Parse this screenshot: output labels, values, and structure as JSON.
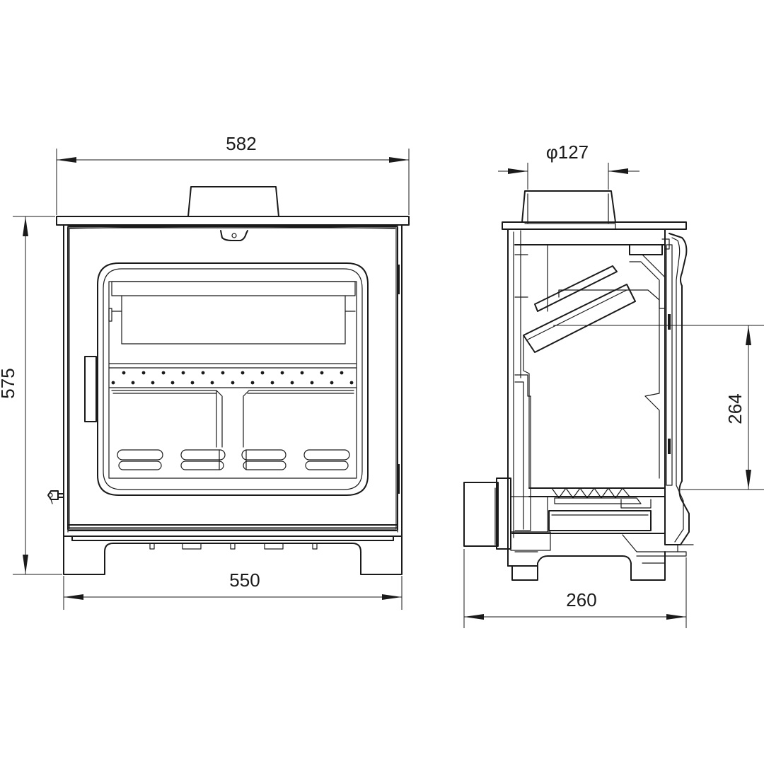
{
  "dimensions": {
    "front_top_width": "582",
    "front_height": "575",
    "front_base_width": "550",
    "flue_diameter": "φ127",
    "side_depth": "260",
    "side_height": "264"
  }
}
